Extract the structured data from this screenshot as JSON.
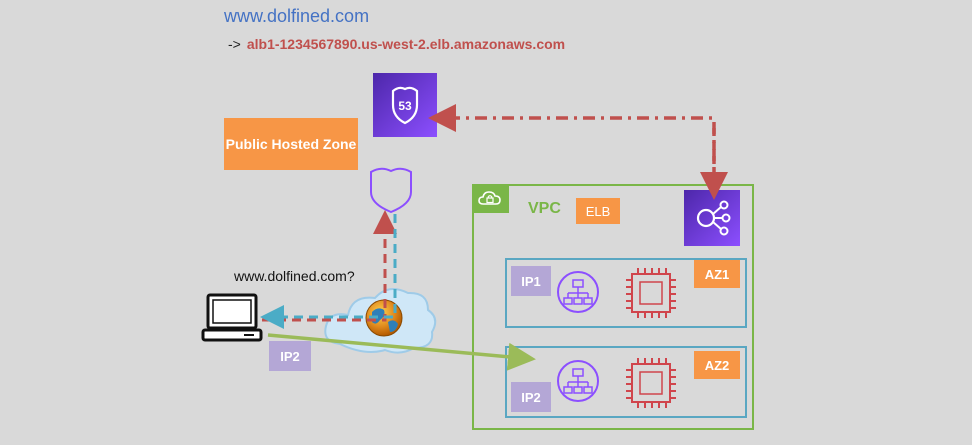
{
  "title": {
    "domain": "www.dolfined.com",
    "alias_arrow": "->",
    "alias": "alb1-1234567890.us-west-2.elb.amazonaws.com"
  },
  "labels": {
    "public_hosted_zone": "Public Hosted Zone",
    "route53_badge": "53",
    "vpc": "VPC",
    "elb": "ELB",
    "az1": "AZ1",
    "az2": "AZ2",
    "ip1": "IP1",
    "ip2_az": "IP2",
    "ip2_response": "IP2",
    "client_query": "www.dolfined.com?"
  },
  "colors": {
    "background": "#d9d9d9",
    "domain_text": "#4472c4",
    "alias_text": "#c0504d",
    "orange_box": "#f79646",
    "purple_label": "#b4a7d6",
    "aws_purple": "#8c4fff",
    "vpc_green": "#7ab648",
    "az_blue": "#5aa7c2",
    "ec2_red": "#d0454c",
    "query_arrow": "#c0504d",
    "response_arrow": "#4bacc6",
    "traffic_arrow": "#9bbb59"
  },
  "icons": [
    "route53-icon",
    "route53-shield-icon",
    "laptop-icon",
    "internet-cloud-icon",
    "vpc-cloud-icon",
    "elb-icon",
    "load-balancer-icon",
    "ec2-instance-icon"
  ]
}
